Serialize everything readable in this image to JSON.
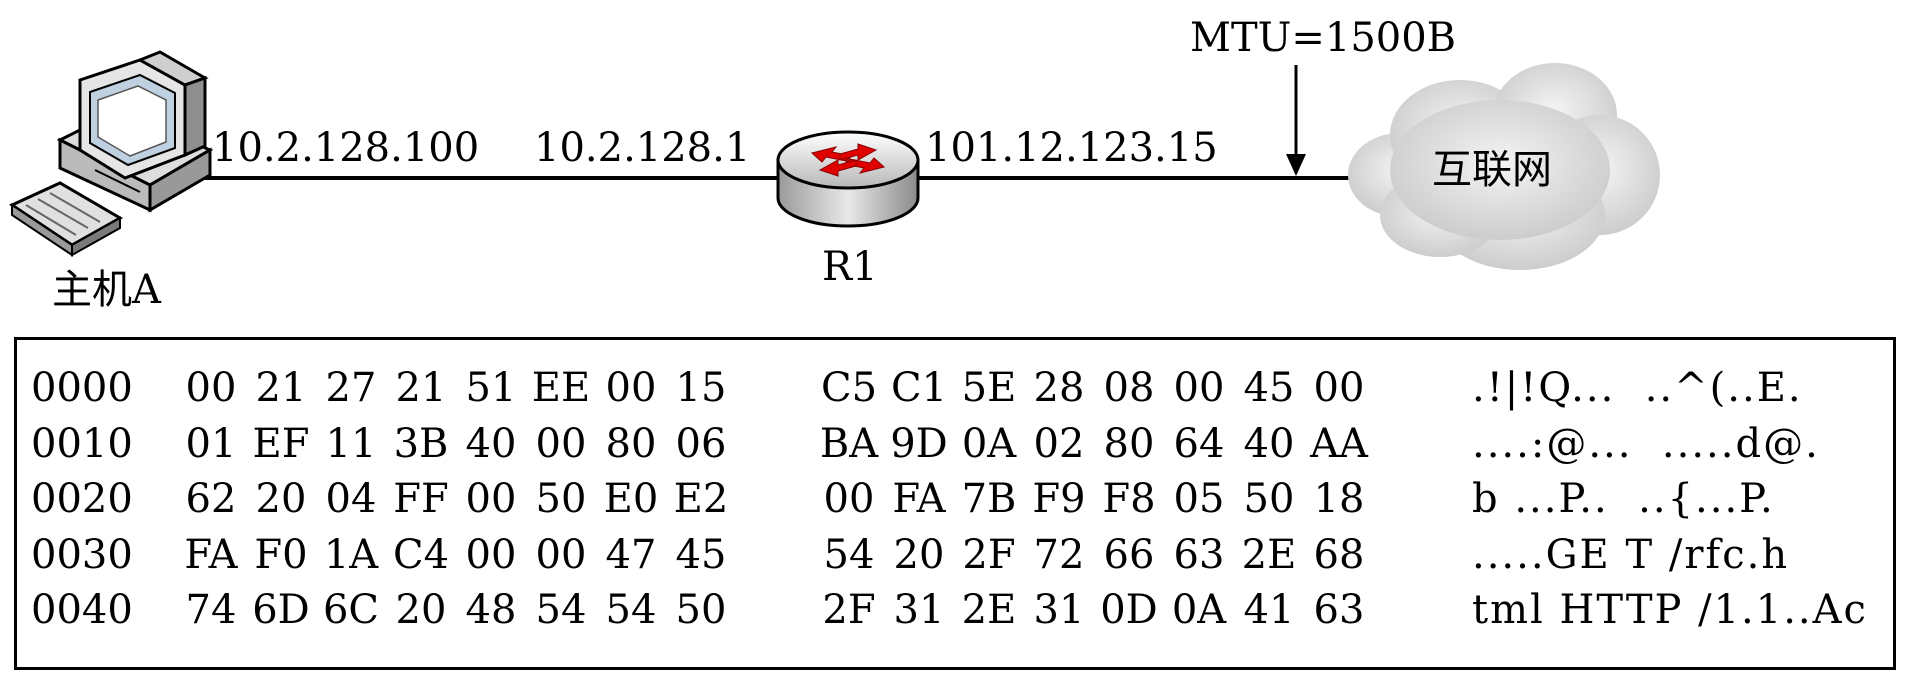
{
  "network": {
    "host_label": "主机A",
    "host_ip": "10.2.128.100",
    "router_ip_left": "10.2.128.1",
    "router_label": "R1",
    "router_ip_right": "101.12.123.15",
    "mtu_label": "MTU=1500B",
    "cloud_label": "互联网"
  },
  "dump": {
    "rows": [
      {
        "offset": "0000",
        "bytes": [
          "00",
          "21",
          "27",
          "21",
          "51",
          "EE",
          "00",
          "15",
          "C5",
          "C1",
          "5E",
          "28",
          "08",
          "00",
          "45",
          "00"
        ],
        "ascii": ".!|!Q...  ..^(..E."
      },
      {
        "offset": "0010",
        "bytes": [
          "01",
          "EF",
          "11",
          "3B",
          "40",
          "00",
          "80",
          "06",
          "BA",
          "9D",
          "0A",
          "02",
          "80",
          "64",
          "40",
          "AA"
        ],
        "ascii": "....:@...  .....d@."
      },
      {
        "offset": "0020",
        "bytes": [
          "62",
          "20",
          "04",
          "FF",
          "00",
          "50",
          "E0",
          "E2",
          "00",
          "FA",
          "7B",
          "F9",
          "F8",
          "05",
          "50",
          "18"
        ],
        "ascii": "b ...P..  ..{...P."
      },
      {
        "offset": "0030",
        "bytes": [
          "FA",
          "F0",
          "1A",
          "C4",
          "00",
          "00",
          "47",
          "45",
          "54",
          "20",
          "2F",
          "72",
          "66",
          "63",
          "2E",
          "68"
        ],
        "ascii": ".....GE T /rfc.h"
      },
      {
        "offset": "0040",
        "bytes": [
          "74",
          "6D",
          "6C",
          "20",
          "48",
          "54",
          "54",
          "50",
          "2F",
          "31",
          "2E",
          "31",
          "0D",
          "0A",
          "41",
          "63"
        ],
        "ascii": "tml HTTP /1.1..Ac"
      }
    ]
  }
}
